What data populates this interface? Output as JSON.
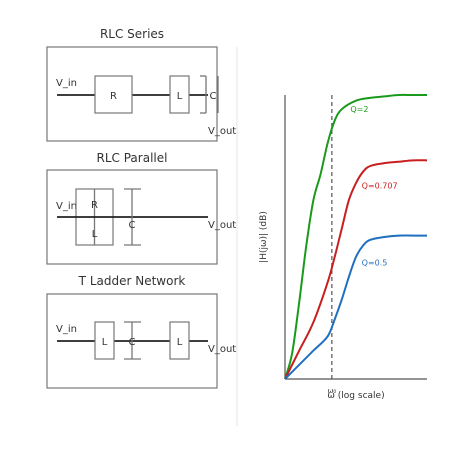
{
  "diagrams": [
    {
      "title": "RLC Series",
      "vin": "V_in",
      "vout": "V_out",
      "components": [
        "R",
        "L",
        "C"
      ]
    },
    {
      "title": "RLC Parallel",
      "vin": "V_in",
      "vout": "V_out",
      "components": [
        "R",
        "L",
        "C"
      ]
    },
    {
      "title": "T Ladder Network",
      "vin": "V_in",
      "vout": "V_out",
      "components": [
        "L",
        "C",
        "L"
      ]
    }
  ],
  "chart_data": {
    "type": "line",
    "xlabel": "ω (log scale)",
    "ylabel": "|H(jω)| (dB)",
    "omega0_label": "ω₀",
    "xlim": [
      0,
      1
    ],
    "ylim": [
      0,
      1
    ],
    "omega0": 0.33,
    "series": [
      {
        "name": "Q=2",
        "color": "#1a9a1a",
        "x": [
          0,
          0.05,
          0.1,
          0.15,
          0.2,
          0.25,
          0.3,
          0.35,
          0.4,
          0.5,
          0.6,
          0.7,
          0.8,
          0.9,
          1.0
        ],
        "y": [
          0,
          0.09,
          0.27,
          0.47,
          0.63,
          0.72,
          0.83,
          0.91,
          0.95,
          0.98,
          0.99,
          0.995,
          1.0,
          1.0,
          1.0
        ]
      },
      {
        "name": "Q=0.707",
        "color": "#c81e1e",
        "x": [
          0,
          0.1,
          0.2,
          0.3,
          0.35,
          0.4,
          0.45,
          0.5,
          0.55,
          0.6,
          0.7,
          0.8,
          0.9,
          1.0
        ],
        "y": [
          0,
          0.1,
          0.2,
          0.34,
          0.43,
          0.53,
          0.63,
          0.69,
          0.73,
          0.75,
          0.76,
          0.765,
          0.77,
          0.77
        ]
      },
      {
        "name": "Q=0.5",
        "color": "#1f6fc0",
        "x": [
          0,
          0.1,
          0.2,
          0.3,
          0.35,
          0.4,
          0.45,
          0.5,
          0.55,
          0.6,
          0.7,
          0.8,
          0.9,
          1.0
        ],
        "y": [
          0,
          0.05,
          0.1,
          0.15,
          0.21,
          0.28,
          0.36,
          0.43,
          0.47,
          0.49,
          0.5,
          0.505,
          0.505,
          0.505
        ]
      }
    ]
  }
}
